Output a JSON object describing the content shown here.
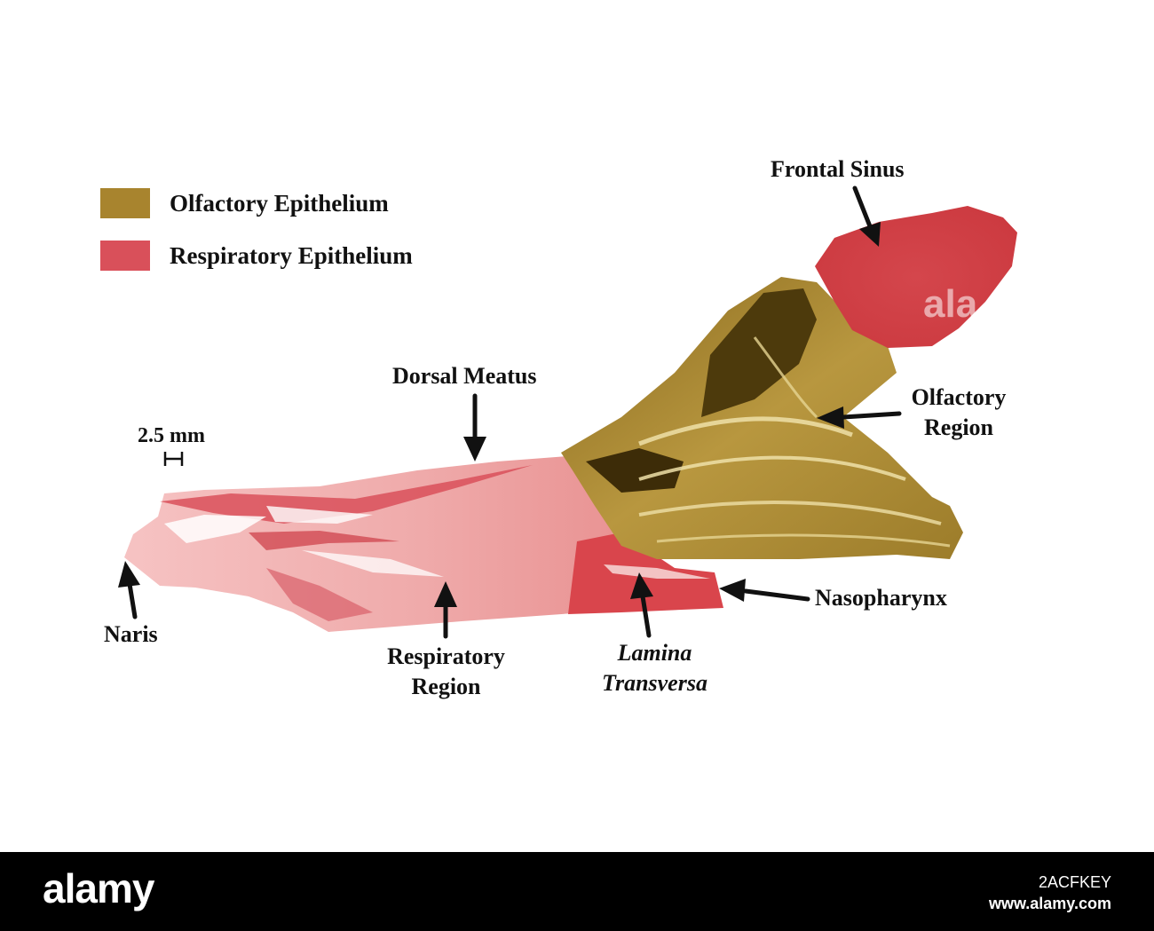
{
  "legend": {
    "items": [
      {
        "label": "Olfactory Epithelium",
        "color": "#a8842e"
      },
      {
        "label": "Respiratory Epithelium",
        "color": "#d9505a"
      }
    ]
  },
  "scale_bar": {
    "label": "2.5 mm"
  },
  "labels": {
    "frontal_sinus": "Frontal Sinus",
    "dorsal_meatus": "Dorsal Meatus",
    "olfactory_region": [
      "Olfactory",
      "Region"
    ],
    "naris": "Naris",
    "respiratory_region": [
      "Respiratory",
      "Region"
    ],
    "lamina_transversa": [
      "Lamina",
      "Transversa"
    ],
    "nasopharynx": "Nasopharynx"
  },
  "colors": {
    "olfactory_dark": "#6b5215",
    "olfactory_mid": "#a8842e",
    "olfactory_light": "#d8c27a",
    "respiratory_light": "#f2b5b5",
    "respiratory_mid": "#e07070",
    "respiratory_dark": "#c8343c"
  },
  "footer": {
    "logo": "alamy",
    "image_id": "2ACFKEY",
    "site": "www.alamy.com"
  },
  "watermark": "ala"
}
